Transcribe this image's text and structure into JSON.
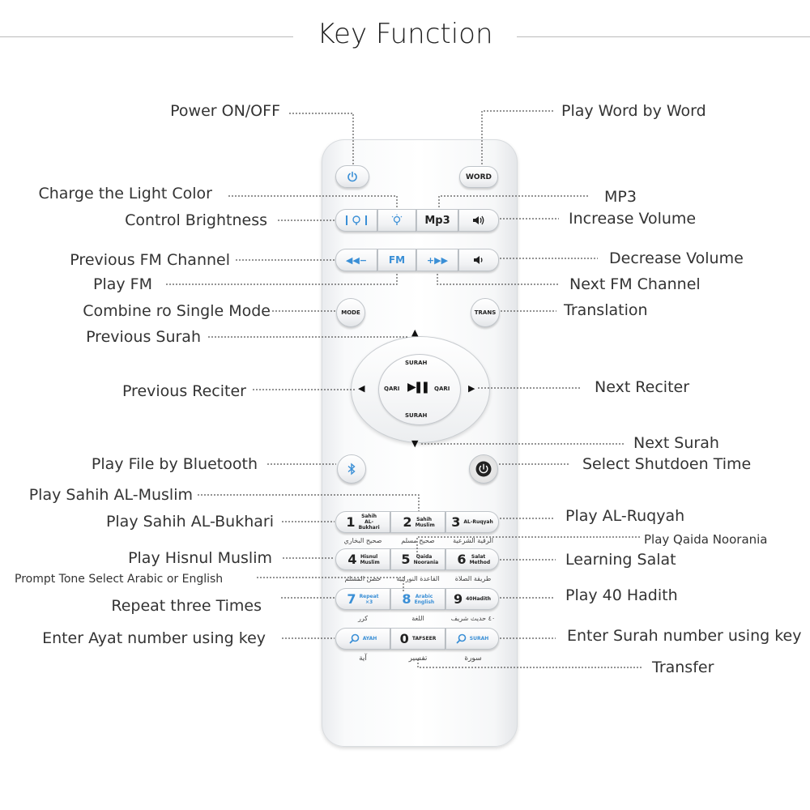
{
  "title": "Key Function",
  "labels": {
    "power": "Power ON/OFF",
    "word": "Play Word by Word",
    "light_color": "Charge the Light Color",
    "mp3": "MP3",
    "brightness": "Control Brightness",
    "inc_volume": "Increase Volume",
    "prev_fm": "Previous FM Channel",
    "dec_volume": "Decrease Volume",
    "play_fm": "Play FM",
    "next_fm": "Next FM Channel",
    "mode": "Combine ro Single Mode",
    "translation": "Translation",
    "prev_surah": "Previous Surah",
    "prev_reciter": "Previous Reciter",
    "next_reciter": "Next Reciter",
    "next_surah": "Next Surah",
    "bluetooth": "Play File by Bluetooth",
    "shutdown": "Select Shutdoen Time",
    "sahih_muslim": "Play Sahih AL-Muslim",
    "sahih_bukhari": "Play Sahih AL-Bukhari",
    "ruqyah": "Play AL-Ruqyah",
    "qaida": "Play Qaida Noorania",
    "hisnul": "Play Hisnul Muslim",
    "salat": "Learning Salat",
    "prompt_tone": "Prompt Tone Select Arabic or English",
    "repeat": "Repeat three Times",
    "hadith": "Play 40 Hadith",
    "ayat": "Enter Ayat number using key",
    "surah_num": "Enter Surah number using key",
    "transfer": "Transfer"
  },
  "remote": {
    "power_icon": "power-icon",
    "word": "WORD",
    "mp3": "Mp3",
    "fm": "FM",
    "prev_fm": "◀◀−",
    "next_fm": "+▶▶",
    "mode": "MODE",
    "trans": "TRANS",
    "surah_top": "SURAH",
    "surah_bottom": "SURAH",
    "qari_left": "QARI",
    "qari_right": "QARI",
    "play_pause": "▶❚❚",
    "keys": {
      "k1": {
        "digit": "1",
        "sub": "Sahih AL-Bukhari"
      },
      "k2": {
        "digit": "2",
        "sub": "Sahih Muslim"
      },
      "k3": {
        "digit": "3",
        "sub": "AL-Ruqyah"
      },
      "k4": {
        "digit": "4",
        "sub": "Hisnul Muslim"
      },
      "k5": {
        "digit": "5",
        "sub": "Qaida Noorania"
      },
      "k6": {
        "digit": "6",
        "sub": "Salat Method"
      },
      "k7": {
        "digit": "7",
        "sub": "Repeat ×3"
      },
      "k8": {
        "digit": "8",
        "sub": "Arabic English"
      },
      "k9": {
        "digit": "9",
        "sub": "40Hadith"
      },
      "k0": {
        "digit": "0",
        "sub": "TAFSEER"
      },
      "ayah": {
        "sub": "AYAH"
      },
      "surah": {
        "sub": "SURAH"
      }
    },
    "arabic": {
      "r1a": "صحيح البخاري",
      "r1b": "صحيح مسلم",
      "r1c": "الرقية الشرعية",
      "r2a": "حصن المسلم",
      "r2b": "القاعدة النورانية",
      "r2c": "طريقة الصلاة",
      "r3a": "كرر",
      "r3b": "اللغة",
      "r3c": "٤٠ حديث شريف",
      "r4a": "آية",
      "r4b": "تفسير",
      "r4c": "سورة"
    }
  },
  "colors": {
    "accent": "#3a8fd6",
    "text": "#333333",
    "leader": "#555555"
  }
}
